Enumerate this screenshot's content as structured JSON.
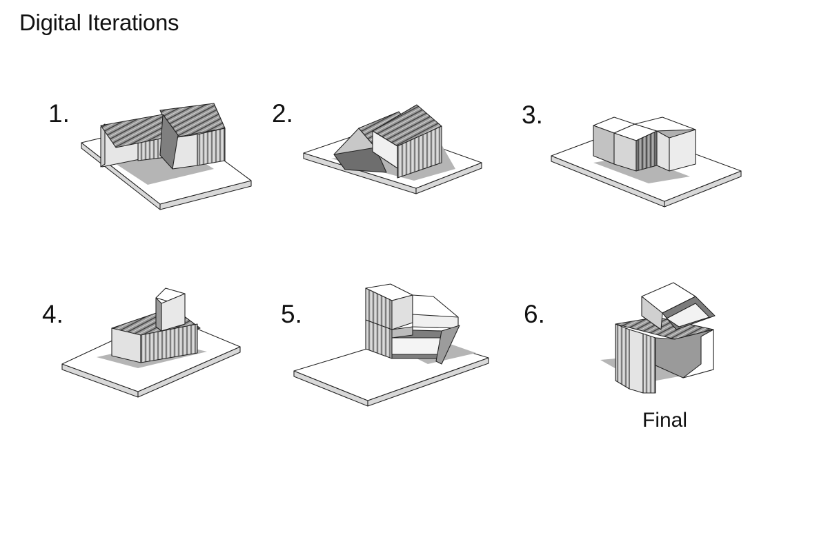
{
  "page": {
    "title": "Digital Iterations"
  },
  "iterations": [
    {
      "label": "1."
    },
    {
      "label": "2."
    },
    {
      "label": "3."
    },
    {
      "label": "4."
    },
    {
      "label": "5."
    },
    {
      "label": "6.",
      "caption": "Final"
    }
  ],
  "colors": {
    "background": "#ffffff",
    "plinth_top": "#ffffff",
    "plinth_side": "#d9d9d9",
    "shadow": "#b5b5b5",
    "wall_light": "#e4e4e4",
    "wall_mid": "#bdbdbd",
    "wall_dark": "#8a8a8a",
    "outline": "#222222"
  }
}
